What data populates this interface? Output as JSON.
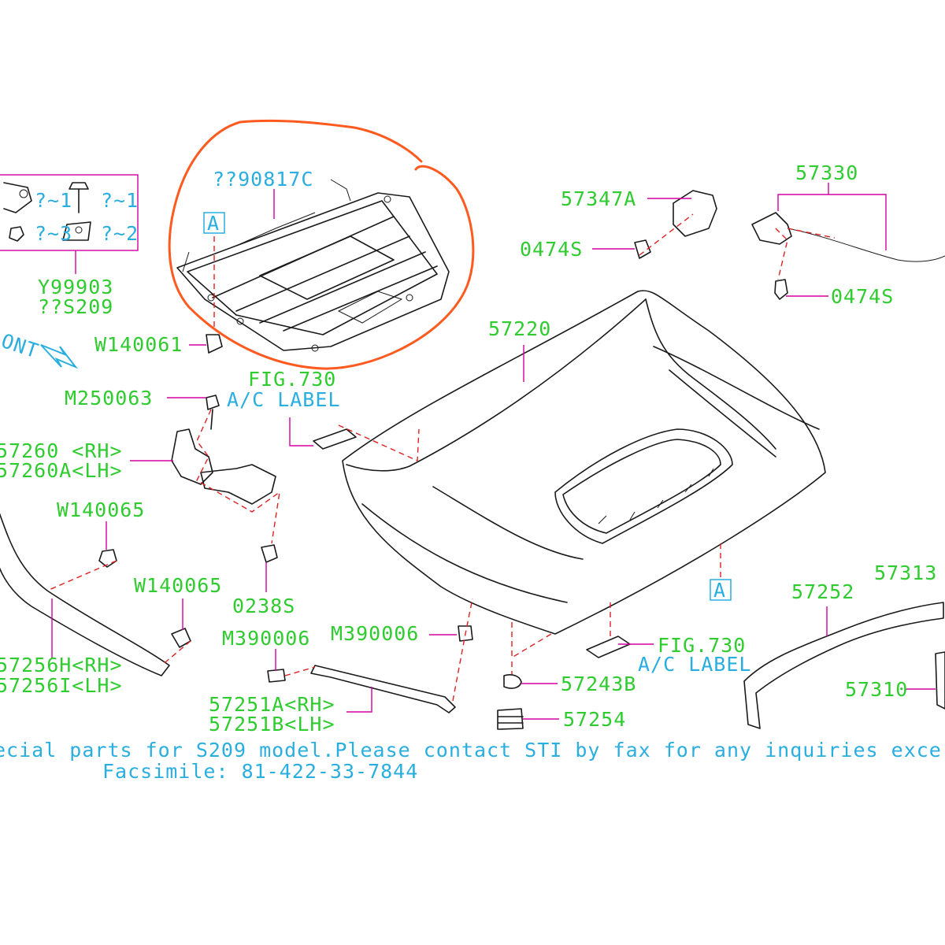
{
  "labels": {
    "p90817C": "??90817C",
    "pA_top": "A",
    "p57347A": "57347A",
    "p57330": "57330",
    "p0474S_a": "0474S",
    "p0474S_b": "0474S",
    "kit_q1a": "?~1",
    "kit_q1b": "?~1",
    "kit_q3": "?~3",
    "kit_q2": "?~2",
    "pY99903": "Y99903",
    "pS209": "??S209",
    "front": "ONT",
    "pW140061": "W140061",
    "p57220": "57220",
    "pM250063": "M250063",
    "fig730_a": "FIG.730",
    "aclabel_a": "A/C LABEL",
    "p57260": "57260 <RH>",
    "p57260A": "57260A<LH>",
    "pW140065_a": "W140065",
    "pW140065_b": "W140065",
    "p0238S": "0238S",
    "pA_bottom": "A",
    "p57313": "57313",
    "p57252": "57252",
    "pM390006_a": "M390006",
    "pM390006_b": "M390006",
    "fig730_b": "FIG.730",
    "aclabel_b": "A/C LABEL",
    "p57256H": "57256H<RH>",
    "p57256I": "57256I<LH>",
    "p57243B": "57243B",
    "p57310": "57310",
    "p57251A": "57251A<RH>",
    "p57251B": "57251B<LH>",
    "p57254": "57254"
  },
  "footer": {
    "notice": "ecial parts for S209 model.Please contact STI by fax for any inquiries exce",
    "fax": "Facsimile: 81-422-33-7844"
  },
  "colors": {
    "part_number": "#2ecc2e",
    "reference": "#2aaee0",
    "leader": "#d400a0",
    "dashed_link": "#e02020",
    "highlight": "#ff5a1f"
  }
}
